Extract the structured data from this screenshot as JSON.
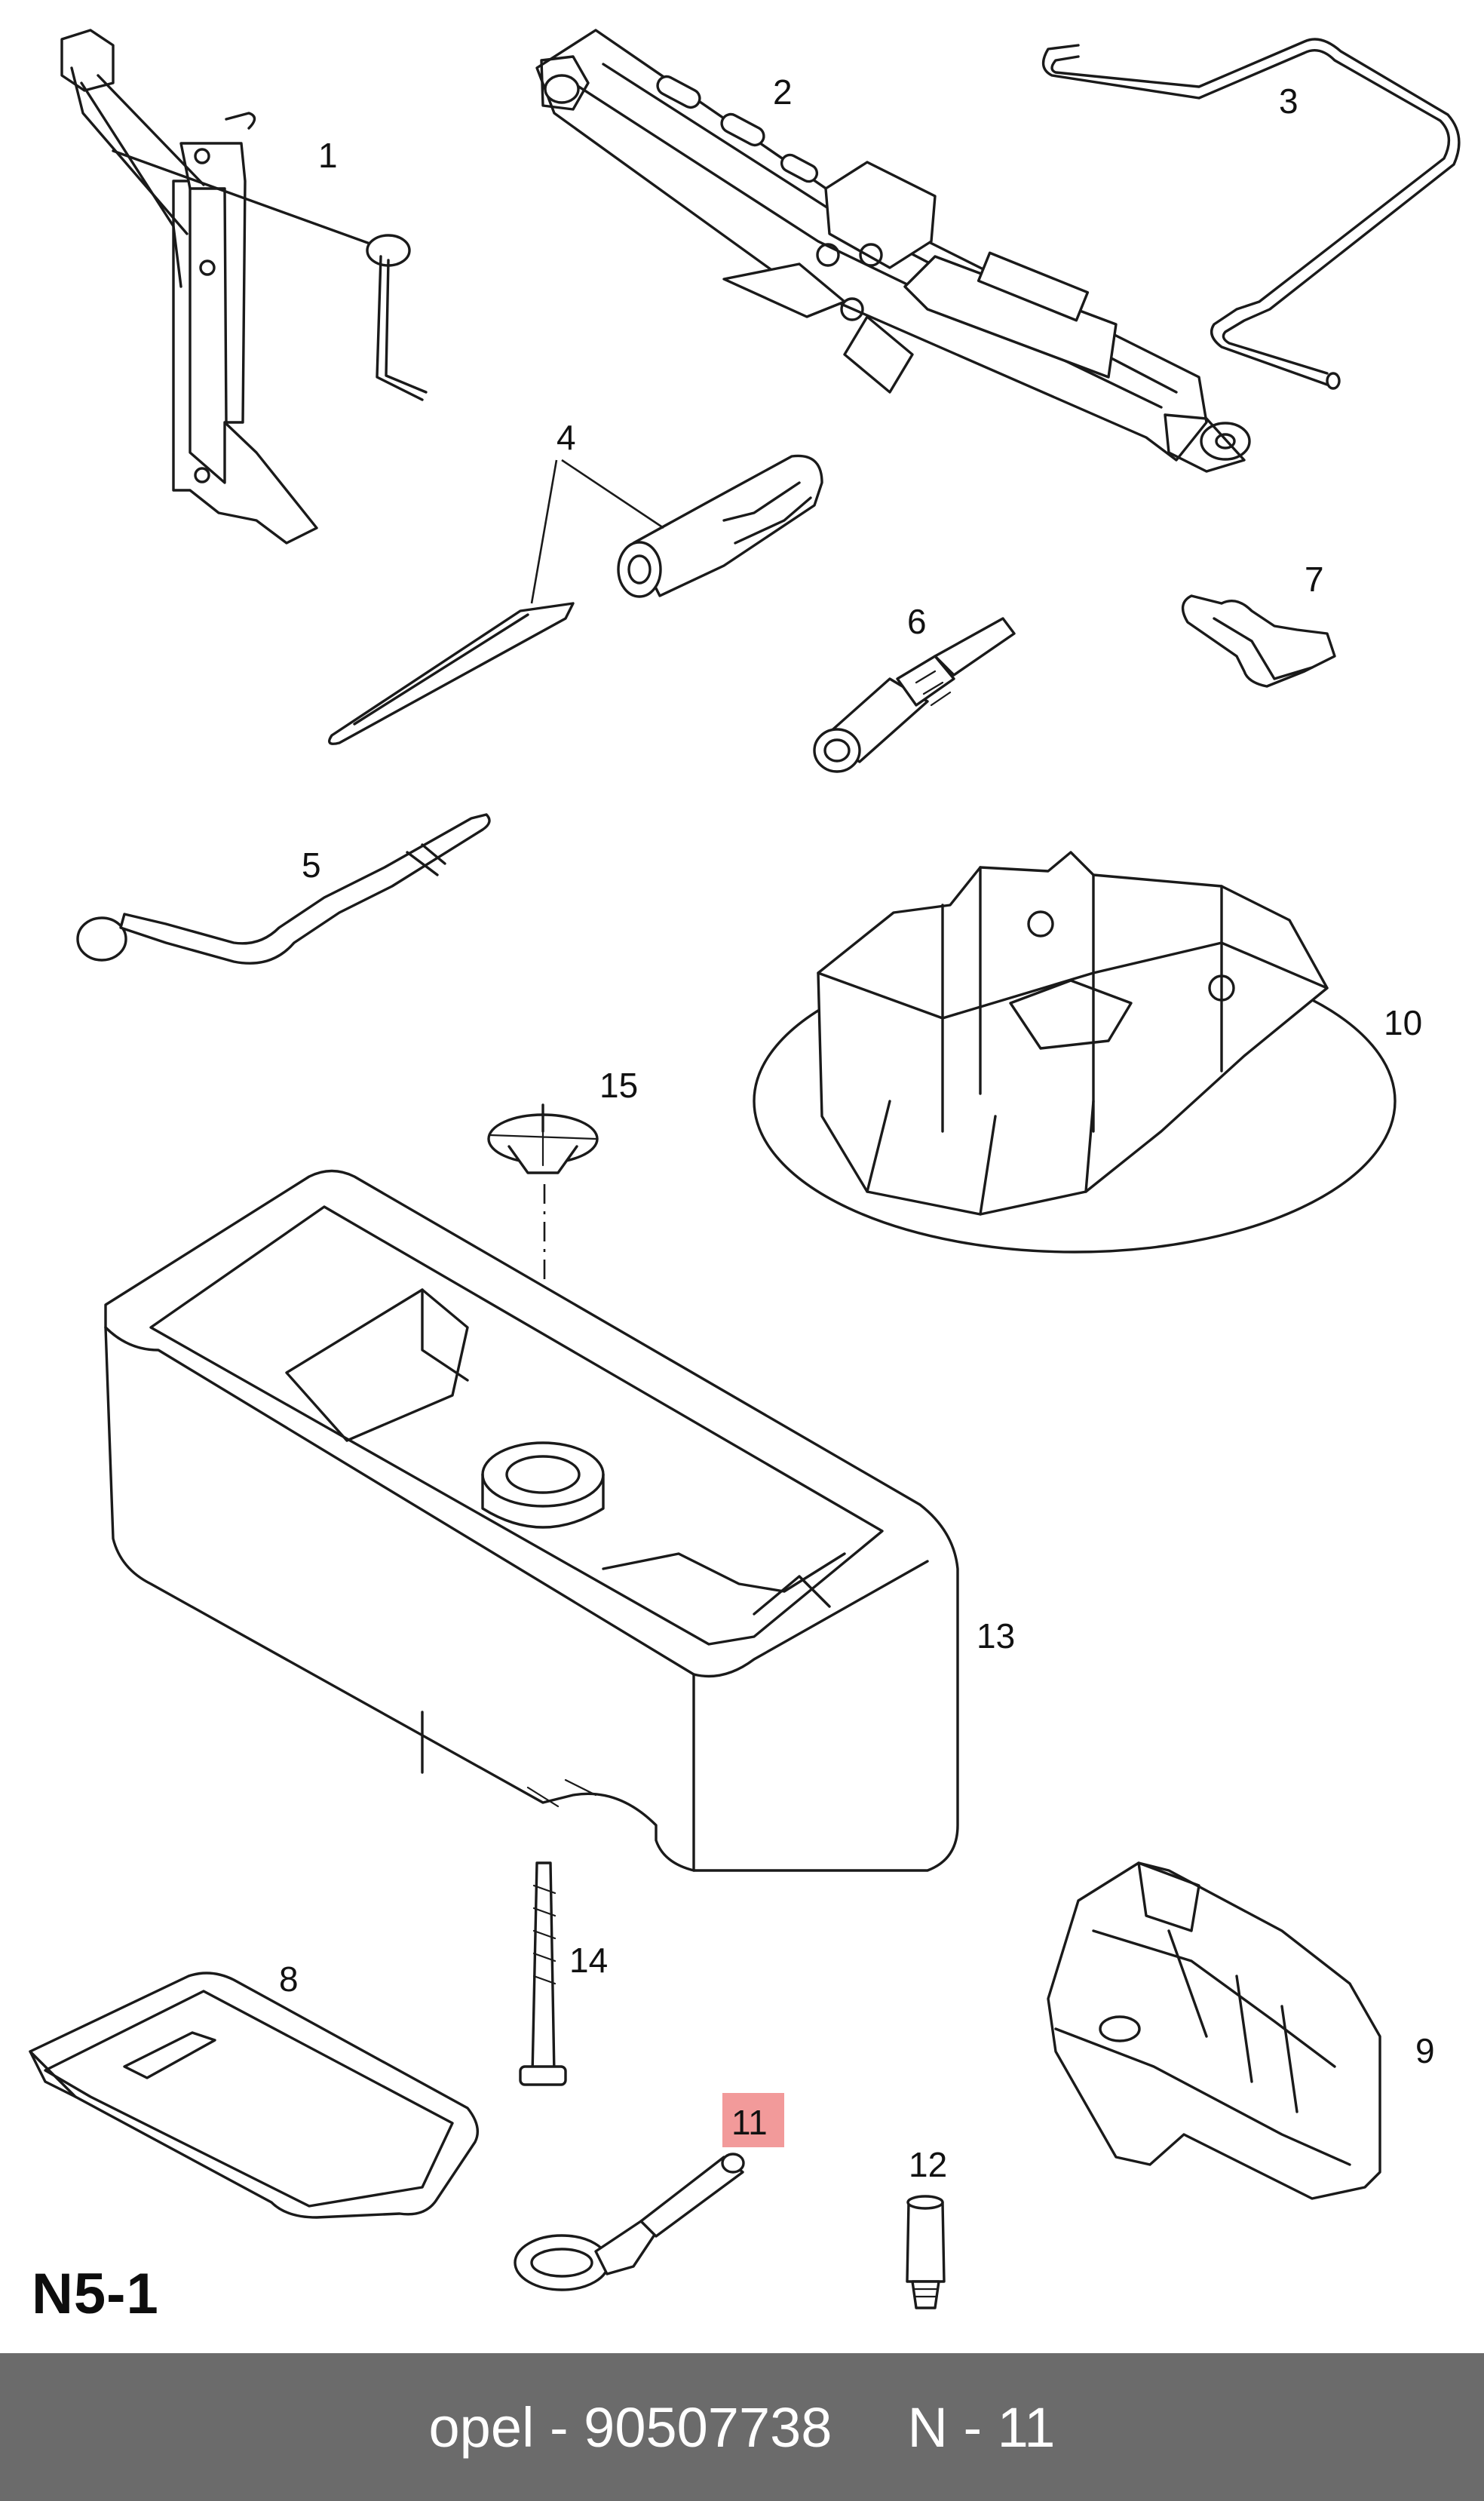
{
  "diagram": {
    "code": "N5-1",
    "callouts": [
      {
        "id": "1",
        "label": "1"
      },
      {
        "id": "2",
        "label": "2"
      },
      {
        "id": "3",
        "label": "3"
      },
      {
        "id": "4",
        "label": "4"
      },
      {
        "id": "5",
        "label": "5"
      },
      {
        "id": "6",
        "label": "6"
      },
      {
        "id": "7",
        "label": "7"
      },
      {
        "id": "8",
        "label": "8"
      },
      {
        "id": "9",
        "label": "9"
      },
      {
        "id": "10",
        "label": "10"
      },
      {
        "id": "11",
        "label": "11",
        "highlighted": true
      },
      {
        "id": "12",
        "label": "12"
      },
      {
        "id": "13",
        "label": "13"
      },
      {
        "id": "14",
        "label": "14"
      },
      {
        "id": "15",
        "label": "15"
      }
    ],
    "highlight_color": "#f29a9a"
  },
  "footer": {
    "part_text": "opel - 90507738",
    "position_text": "N - 11",
    "background": "#6b6b6b"
  }
}
